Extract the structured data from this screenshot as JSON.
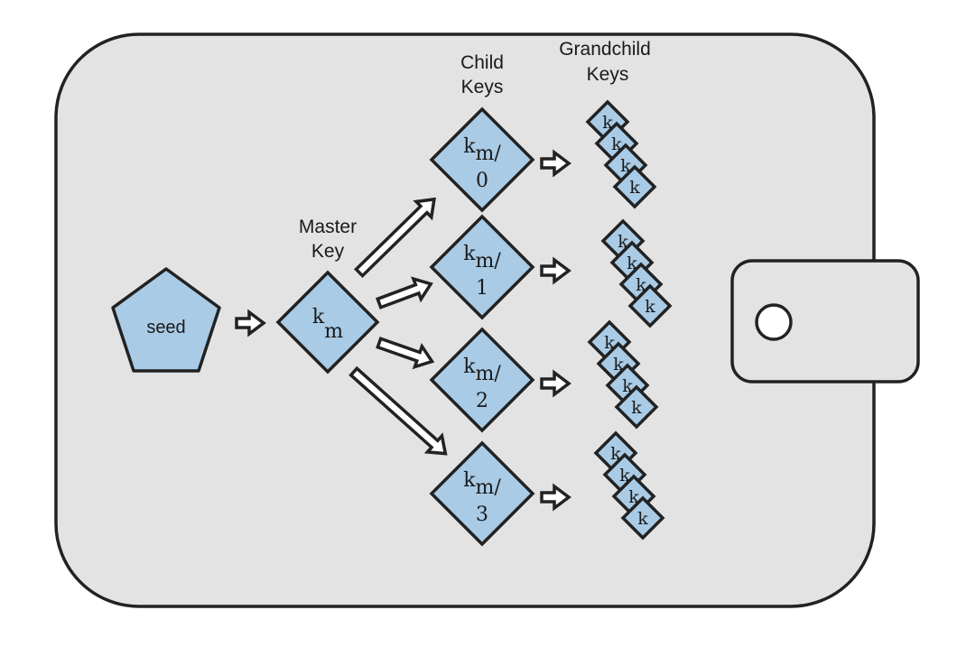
{
  "diagram": {
    "seed_label": "seed",
    "master_header_line1": "Master",
    "master_header_line2": "Key",
    "master_key": {
      "symbol": "k",
      "subscript": "m"
    },
    "child_header_line1": "Child",
    "child_header_line2": "Keys",
    "child_keys": [
      {
        "symbol": "k",
        "path": "m/",
        "index": "0"
      },
      {
        "symbol": "k",
        "path": "m/",
        "index": "1"
      },
      {
        "symbol": "k",
        "path": "m/",
        "index": "2"
      },
      {
        "symbol": "k",
        "path": "m/",
        "index": "3"
      }
    ],
    "grandchild_header_line1": "Grandchild",
    "grandchild_header_line2": "Keys",
    "grandchild_key_symbol": "k",
    "grandchild_keys_per_child": 4,
    "colors": {
      "wallet_fill": "#e3e3e3",
      "wallet_stroke": "#222222",
      "key_fill": "#a9cbe6",
      "key_stroke": "#222222",
      "arrow_fill": "#ffffff"
    }
  }
}
